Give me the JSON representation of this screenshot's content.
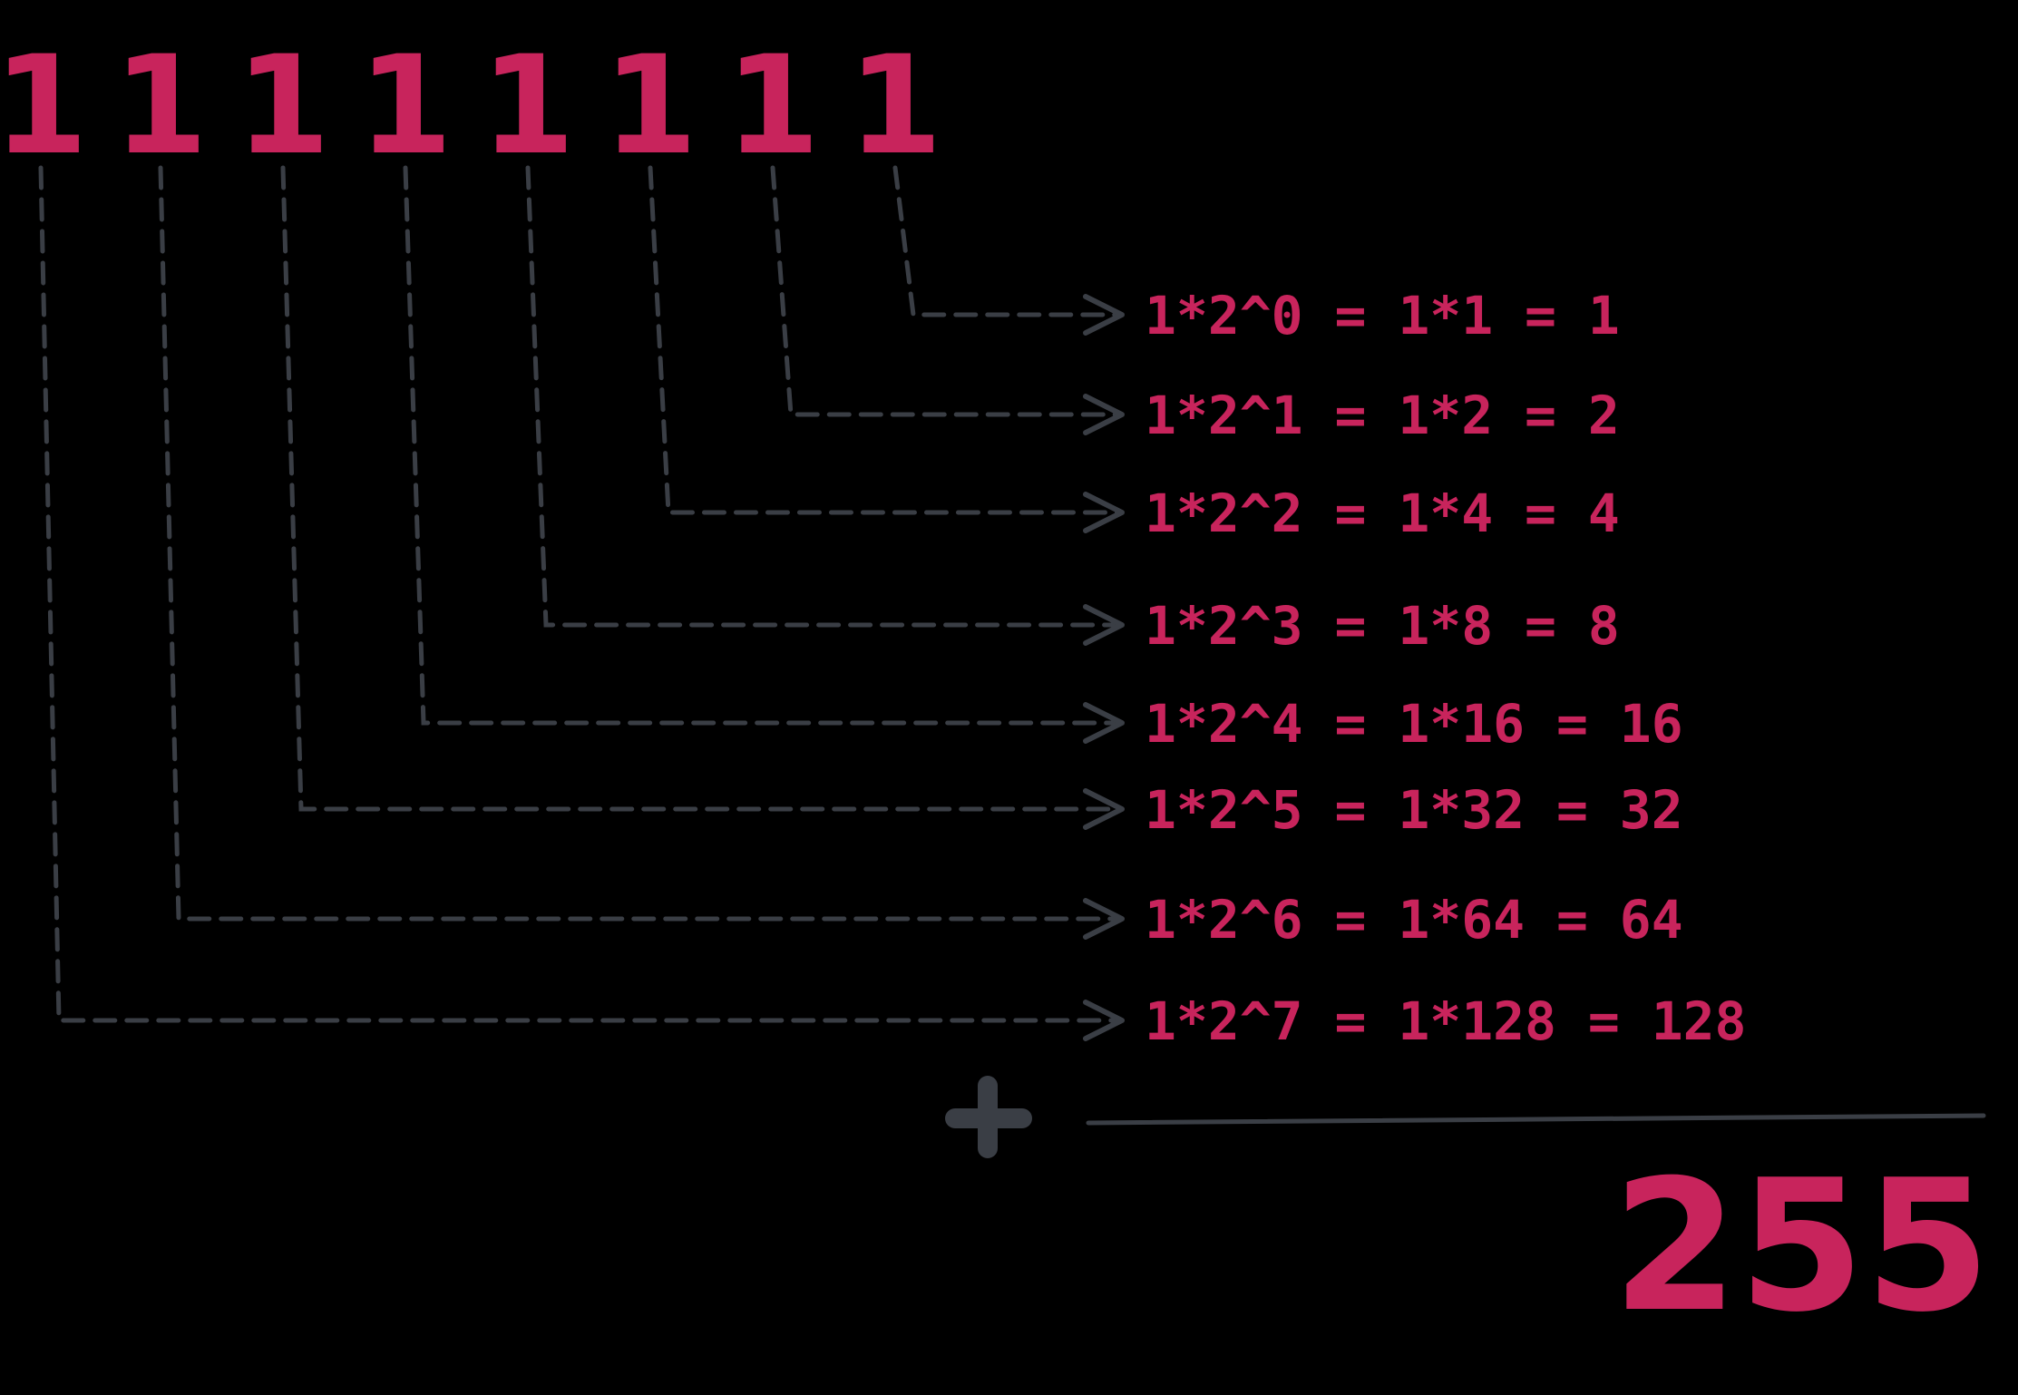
{
  "colors": {
    "background": "#000000",
    "accent": "#C8245C",
    "line": "#3A3E45"
  },
  "bits": [
    "1",
    "1",
    "1",
    "1",
    "1",
    "1",
    "1",
    "1"
  ],
  "terms": [
    "1*2^0 = 1*1 = 1",
    "1*2^1 = 1*2 = 2",
    "1*2^2 = 1*4 = 4",
    "1*2^3 = 1*8 = 8",
    "1*2^4 = 1*16 = 16",
    "1*2^5 = 1*32 = 32",
    "1*2^6 = 1*64 = 64",
    "1*2^7 = 1*128 = 128"
  ],
  "operator": "plus-sign",
  "total": "255"
}
